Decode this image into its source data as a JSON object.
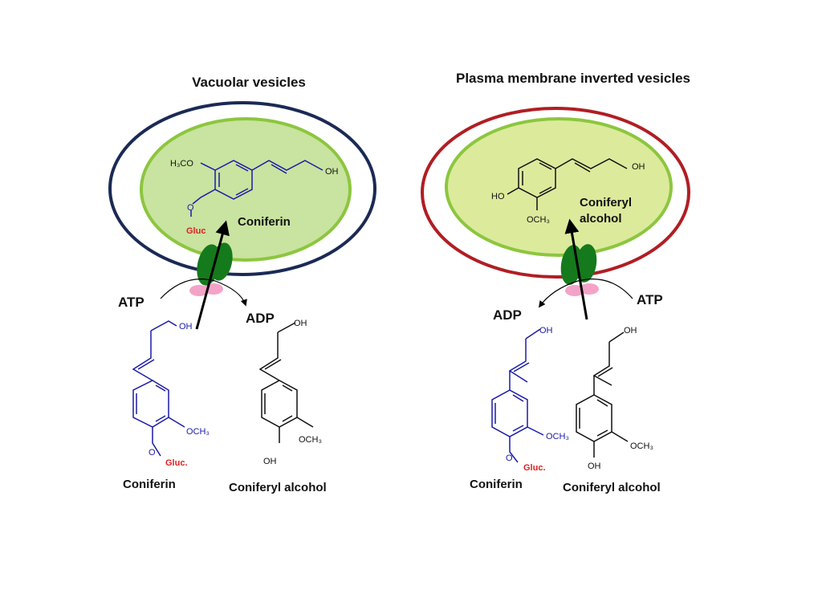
{
  "panels": [
    {
      "title": "Vacuolar vesicles",
      "inside_label_line1": "Coniferin",
      "inside_label_line2": "",
      "atp": "ATP",
      "adp": "ADP",
      "substrate_a": "Coniferin",
      "substrate_b": "Coniferyl alcohol"
    },
    {
      "title": "Plasma membrane inverted vesicles",
      "inside_label_line1": "Coniferyl",
      "inside_label_line2": "alcohol",
      "atp": "ATP",
      "adp": "ADP",
      "substrate_a": "Coniferin",
      "substrate_b": "Coniferyl alcohol"
    }
  ],
  "atoms": {
    "h3co": "H₃CO",
    "och3": "OCH₃",
    "oh": "OH",
    "ho": "HO",
    "o": "O",
    "gluc": "Gluc",
    "gluc_dot": "Gluc."
  },
  "colors": {
    "vacuole_outline": "#1b2a55",
    "plasma_outline": "#b01e23",
    "vesicle_fill_left": "#c9e3a0",
    "vesicle_fill_right": "#dcea9c",
    "vesicle_border": "#8cc63f",
    "transporter_green": "#157a1c",
    "transporter_pink": "#f4a3c8",
    "coniferin_blue": "#1a1aa8",
    "gluc_red": "#e02020"
  },
  "icons": [
    "transporter-icon",
    "atp-hydrolysis-arrow-icon",
    "transport-direction-arrow-icon"
  ]
}
